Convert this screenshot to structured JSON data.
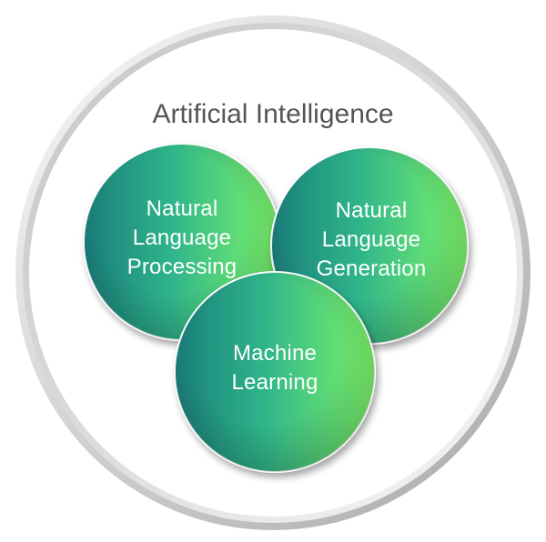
{
  "outer": {
    "title": "Artificial Intelligence"
  },
  "circles": {
    "nlp": {
      "lines": [
        "Natural",
        "Language",
        "Processing"
      ]
    },
    "nlg": {
      "lines": [
        "Natural",
        "Language",
        "Generation"
      ]
    },
    "ml": {
      "lines": [
        "Machine",
        "Learning"
      ]
    }
  },
  "colors": {
    "circle_dark": "#1a7f7c",
    "circle_mid": "#2fb58a",
    "circle_light": "#7ef56a",
    "ring_light": "#f4f4f4",
    "ring_dark": "#b9b9b9",
    "title": "#555555"
  }
}
